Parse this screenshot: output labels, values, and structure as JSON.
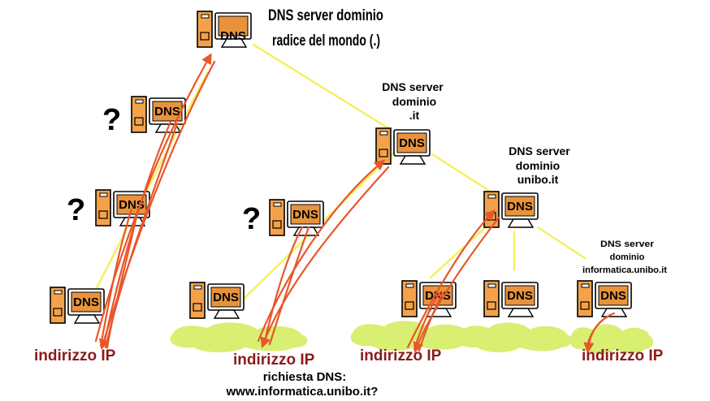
{
  "labels": {
    "root_server": [
      "DNS server dominio",
      "radice del mondo (.)"
    ],
    "it_server": [
      "DNS server",
      "dominio",
      ".it"
    ],
    "unibo_server": [
      "DNS server",
      "dominio",
      "unibo.it"
    ],
    "informatica_server": [
      "DNS server",
      "dominio",
      "informatica.unibo.it"
    ],
    "question_mark": "?",
    "ip_address": "indirizzo IP",
    "request": [
      "richiesta DNS:",
      "www.informatica.unibo.it?"
    ],
    "dns_screen_text": "DNS"
  },
  "colors": {
    "tower": "#f4a24a",
    "screen": "#e8933c",
    "monitor_body": "#ffffff",
    "link_line": "#f5f05a",
    "query_arrow": "#e8562a",
    "cloud": "#d8ef72",
    "ip_text": "#8b1a1a"
  },
  "icons": [
    "dns-server-computer-icon",
    "network-cloud-icon",
    "query-arrow-icon"
  ]
}
